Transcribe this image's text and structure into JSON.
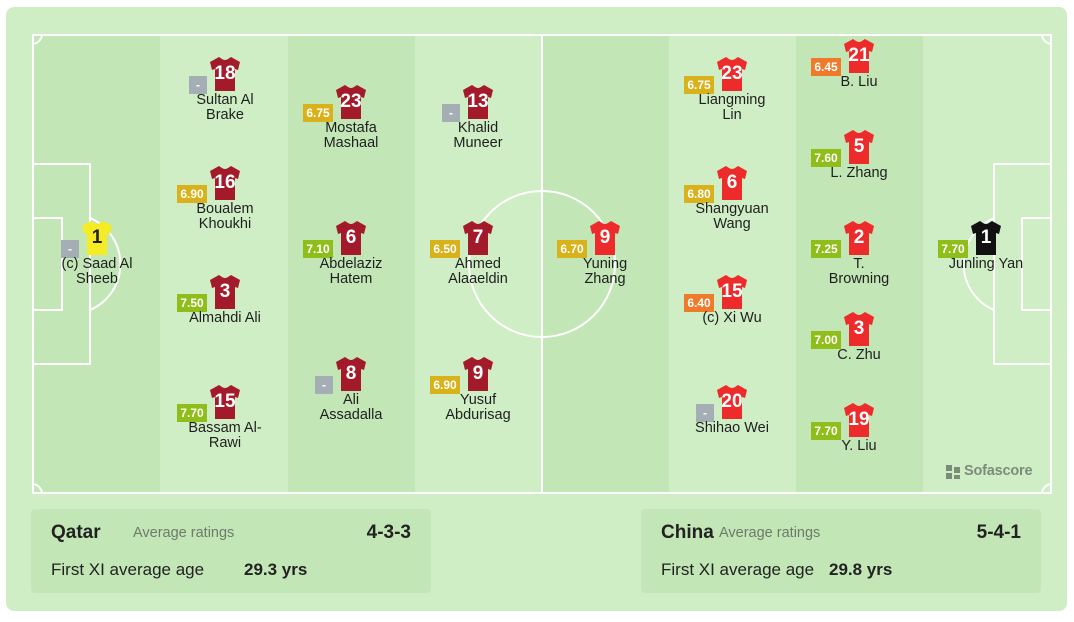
{
  "colors": {
    "home_shirt": "#a31a2b",
    "away_shirt": "#ee2b2b",
    "home_gk": "#f5ec26",
    "away_gk": "#111111",
    "rating_green": "#8fbd1a",
    "rating_yellow": "#d9b11a",
    "rating_orange": "#ef7a2a",
    "rating_empty": "#a5aeb4"
  },
  "home": {
    "team_name": "Qatar",
    "avg_label": "Average ratings",
    "formation": "4-3-3",
    "age_label": "First XI average age",
    "age_value": "29.3 yrs",
    "players": [
      {
        "number": "1",
        "rating": "-",
        "name_lines": [
          "(c) Saad Al",
          "Sheeb"
        ],
        "gk": true
      },
      {
        "number": "18",
        "rating": "-",
        "name_lines": [
          "Sultan Al",
          "Brake"
        ]
      },
      {
        "number": "16",
        "rating": "6.90",
        "name_lines": [
          "Boualem",
          "Khoukhi"
        ]
      },
      {
        "number": "3",
        "rating": "7.50",
        "name_lines": [
          "Almahdi Ali",
          ""
        ]
      },
      {
        "number": "15",
        "rating": "7.70",
        "name_lines": [
          "Bassam Al-",
          "Rawi"
        ]
      },
      {
        "number": "23",
        "rating": "6.75",
        "name_lines": [
          "Mostafa",
          "Mashaal"
        ]
      },
      {
        "number": "6",
        "rating": "7.10",
        "name_lines": [
          "Abdelaziz",
          "Hatem"
        ]
      },
      {
        "number": "8",
        "rating": "-",
        "name_lines": [
          "Ali",
          "Assadalla"
        ]
      },
      {
        "number": "13",
        "rating": "-",
        "name_lines": [
          "Khalid",
          "Muneer"
        ]
      },
      {
        "number": "7",
        "rating": "6.50",
        "name_lines": [
          "Ahmed",
          "Alaaeldin"
        ]
      },
      {
        "number": "9",
        "rating": "6.90",
        "name_lines": [
          "Yusuf",
          "Abdurisag"
        ]
      }
    ]
  },
  "away": {
    "team_name": "China",
    "avg_label": "Average ratings",
    "formation": "5-4-1",
    "age_label": "First XI average age",
    "age_value": "29.8 yrs",
    "players": [
      {
        "number": "9",
        "rating": "6.70",
        "name_lines": [
          "Yuning",
          "Zhang"
        ]
      },
      {
        "number": "23",
        "rating": "6.75",
        "name_lines": [
          "Liangming",
          "Lin"
        ]
      },
      {
        "number": "6",
        "rating": "6.80",
        "name_lines": [
          "Shangyuan",
          "Wang"
        ]
      },
      {
        "number": "15",
        "rating": "6.40",
        "name_lines": [
          "(c) Xi Wu",
          ""
        ]
      },
      {
        "number": "20",
        "rating": "-",
        "name_lines": [
          "Shihao Wei",
          ""
        ]
      },
      {
        "number": "21",
        "rating": "6.45",
        "name_lines": [
          "B. Liu",
          ""
        ]
      },
      {
        "number": "5",
        "rating": "7.60",
        "name_lines": [
          "L. Zhang",
          ""
        ]
      },
      {
        "number": "2",
        "rating": "7.25",
        "name_lines": [
          "T.",
          "Browning"
        ]
      },
      {
        "number": "3",
        "rating": "7.00",
        "name_lines": [
          "C. Zhu",
          ""
        ]
      },
      {
        "number": "19",
        "rating": "7.70",
        "name_lines": [
          "Y. Liu",
          ""
        ]
      },
      {
        "number": "1",
        "rating": "7.70",
        "name_lines": [
          "Junling Yan",
          ""
        ],
        "gk": true
      }
    ]
  },
  "brand": "Sofascore"
}
